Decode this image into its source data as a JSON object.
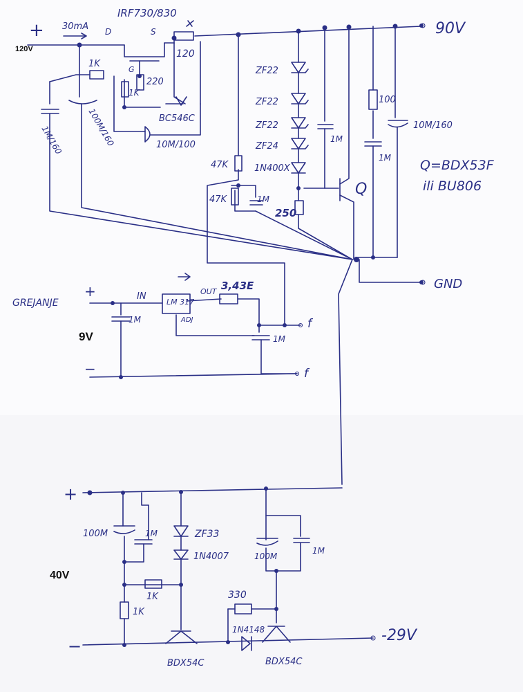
{
  "labels": {
    "v_in": "120V",
    "v_out": "90V",
    "gnd": "GND",
    "plus_top": "+",
    "current": "30mA",
    "mosfet": "IRF730/830",
    "pin_d": "D",
    "pin_s": "S",
    "pin_g": "G",
    "r_sense": "120",
    "r_gate": "220",
    "r1k_gate": "1K",
    "r1k_top": "1K",
    "bc546": "BC546C",
    "c_1u_160": "1M/160",
    "c_100u_160": "100M/160",
    "c_10u_100": "10M/100",
    "z1": "ZF22",
    "z2": "ZF22",
    "z3": "ZF22",
    "z4": "ZF24",
    "d_1n4004": "1N400X",
    "r47k_a": "47K",
    "r47k_b": "47K",
    "c_1u_a": "1M",
    "c_1u_b": "1M",
    "c_1u_c": "1M",
    "r250": "250",
    "q": "Q",
    "q_type_1": "Q=BDX53F",
    "q_type_2": "ili BU806",
    "r100": "100",
    "c_10u_160": "10M/160",
    "grejanje": "GREJANJE",
    "plus_9v": "+",
    "v9": "9V",
    "minus_9v": "−",
    "c_1u_9v": "1M",
    "lm_in": "IN",
    "lm_name": "LM 317",
    "lm_adj": "ADJ",
    "lm_out": "OUT",
    "r_343": "3,43E",
    "c_1u_out": "1M",
    "f1": "f",
    "f2": "f",
    "plus_40v": "+",
    "v40": "40V",
    "minus_40v": "−",
    "c_100u_a": "100M",
    "c_1u_d": "1M",
    "zf33": "ZF33",
    "d_1n4007": "1N4007",
    "r1k_b": "1K",
    "r1k_c": "1K",
    "bdx54c_a": "BDX54C",
    "c_100u_b": "100M",
    "c_1u_e": "1M",
    "r330": "330",
    "d_1n4148": "1N4148",
    "bdx54c_b": "BDX54C",
    "v_neg29": "-29V"
  }
}
